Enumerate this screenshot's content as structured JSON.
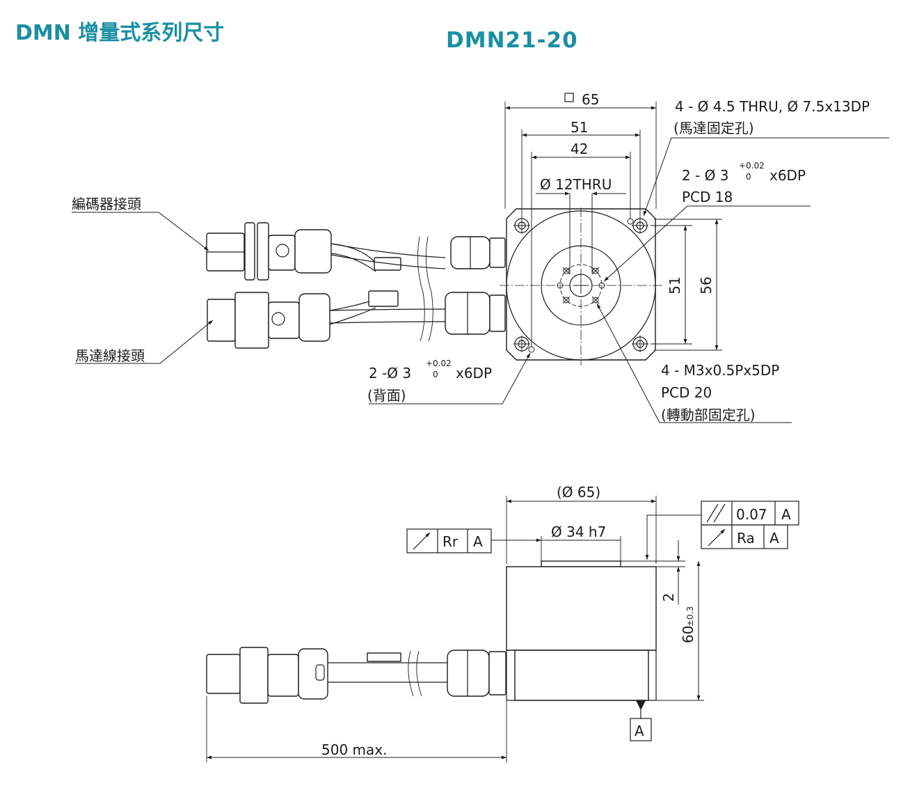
{
  "header": {
    "title": "DMN 增量式系列尺寸",
    "model": "DMN21-20"
  },
  "colors": {
    "accent": "#1a8fa3",
    "line": "#1b1b1b"
  },
  "top_view": {
    "dim_width": "65",
    "dim_width_symbol": "square",
    "dim_hole_span": "51",
    "dim_inner_span": "42",
    "center_hole": "Ø 12THRU",
    "dim_vertical_inner": "51",
    "dim_vertical_outer": "56",
    "mount_holes_line1": "4 - Ø 4.5 THRU, Ø 7.5x13DP",
    "mount_holes_line2": "(馬達固定孔)",
    "pin_holes_prefix": "2 - Ø 3",
    "pin_holes_tol_upper": "+0.02",
    "pin_holes_tol_lower": "0",
    "pin_holes_suffix": "x6DP",
    "pin_holes_pcd": "PCD 18",
    "back_pin_prefix": "2 -Ø 3",
    "back_pin_tol_upper": "+0.02",
    "back_pin_tol_lower": "0",
    "back_pin_suffix": "x6DP",
    "back_pin_note": "(背面)",
    "rotor_holes_line1": "4 - M3x0.5Px5DP",
    "rotor_holes_line2": "PCD 20",
    "rotor_holes_line3": "(轉動部固定孔)",
    "encoder_connector_label": "編碼器接頭",
    "motor_connector_label": "馬達線接頭"
  },
  "side_view": {
    "dim_diameter": "(Ø 65)",
    "dim_boss": "Ø 34 h7",
    "dim_boss_height": "2",
    "dim_height": "60",
    "dim_height_tol": "±0.3",
    "cable_length": "500 max.",
    "datum_label": "A",
    "fcf_left_runout": "Rr",
    "fcf_left_datum": "A",
    "fcf_parallel_value": "0.07",
    "fcf_parallel_datum": "A",
    "fcf_right_runout": "Ra",
    "fcf_right_datum": "A"
  }
}
